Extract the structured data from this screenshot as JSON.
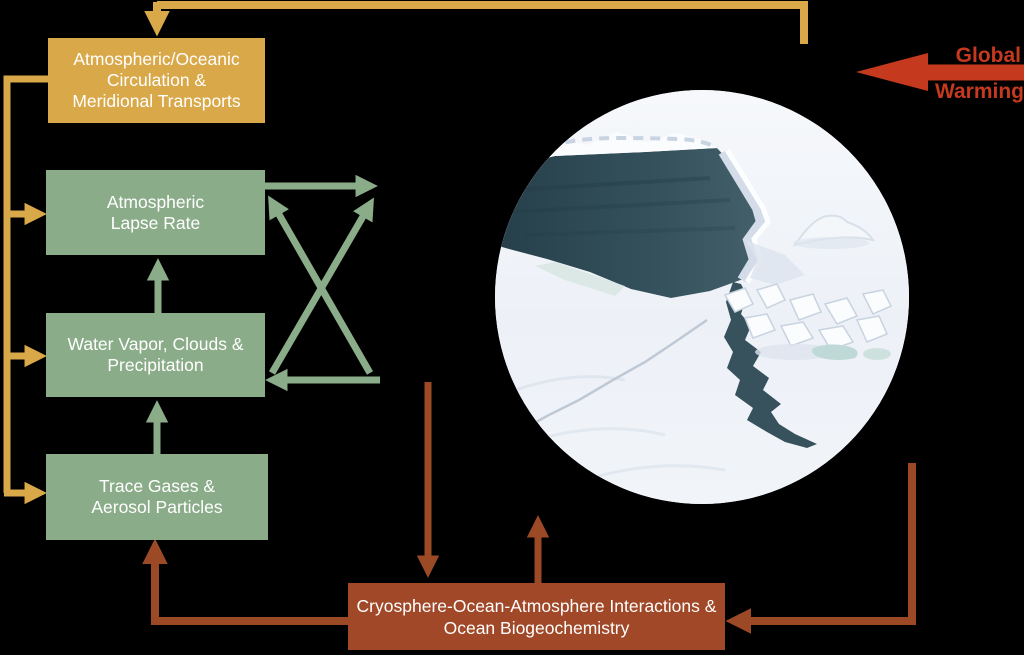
{
  "palette": {
    "gold": "#D9A849",
    "green": "#8BAC89",
    "brown_box": "#A04827",
    "brown_arrow": "#9C4A26",
    "red": "#C53A1E",
    "text": "#FFFFFF"
  },
  "boxes": {
    "circulation": {
      "lines": [
        "Atmospheric/Oceanic",
        "Circulation &",
        "Meridional Transports"
      ]
    },
    "lapse_rate": {
      "lines": [
        "Atmospheric",
        "Lapse Rate"
      ]
    },
    "water_vapor": {
      "lines": [
        "Water Vapor, Clouds &",
        "Precipitation"
      ]
    },
    "trace_gases": {
      "lines": [
        "Trace Gases &",
        "Aerosol Particles"
      ]
    },
    "cryosphere": {
      "lines": [
        "Cryosphere-Ocean-Atmosphere Interactions &",
        "Ocean Biogeochemistry"
      ]
    }
  },
  "labels": {
    "global_warming_line1": "Global",
    "global_warming_line2": "Warming"
  },
  "photo": {
    "icon": "sea-ice-aerial-photo"
  }
}
